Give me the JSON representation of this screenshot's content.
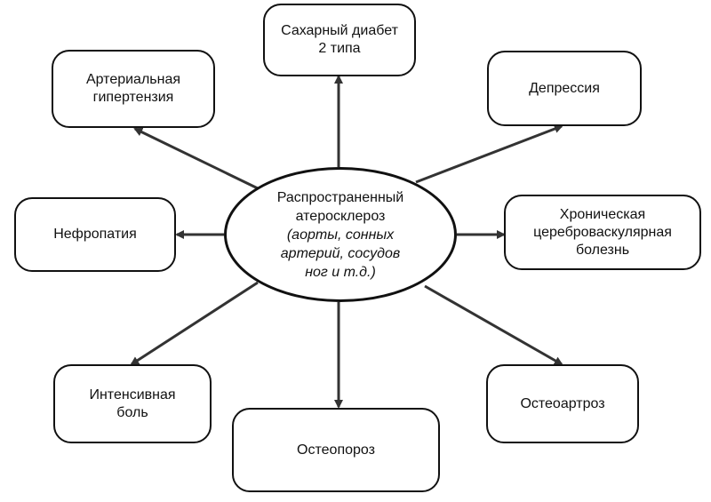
{
  "center": {
    "line1": "Распространенный",
    "line2": "атеросклероз",
    "line3": "(аорты, сонных",
    "line4": "артерий, сосудов",
    "line5": "ног и т.д.)"
  },
  "nodes": {
    "diabetes": {
      "line1": "Сахарный диабет",
      "line2": "2 типа"
    },
    "hypertension": {
      "line1": "Артериальная",
      "line2": "гипертензия"
    },
    "depression": {
      "line1": "Депрессия"
    },
    "nephropathy": {
      "line1": "Нефропатия"
    },
    "cerebrovascular": {
      "line1": "Хроническая",
      "line2": "цереброваскулярная",
      "line3": "болезнь"
    },
    "pain": {
      "line1": "Интенсивная",
      "line2": "боль"
    },
    "osteoporosis": {
      "line1": "Остеопороз"
    },
    "osteoarthrosis": {
      "line1": "Остеоартроз"
    }
  },
  "colors": {
    "stroke": "#111111",
    "background": "#ffffff"
  }
}
